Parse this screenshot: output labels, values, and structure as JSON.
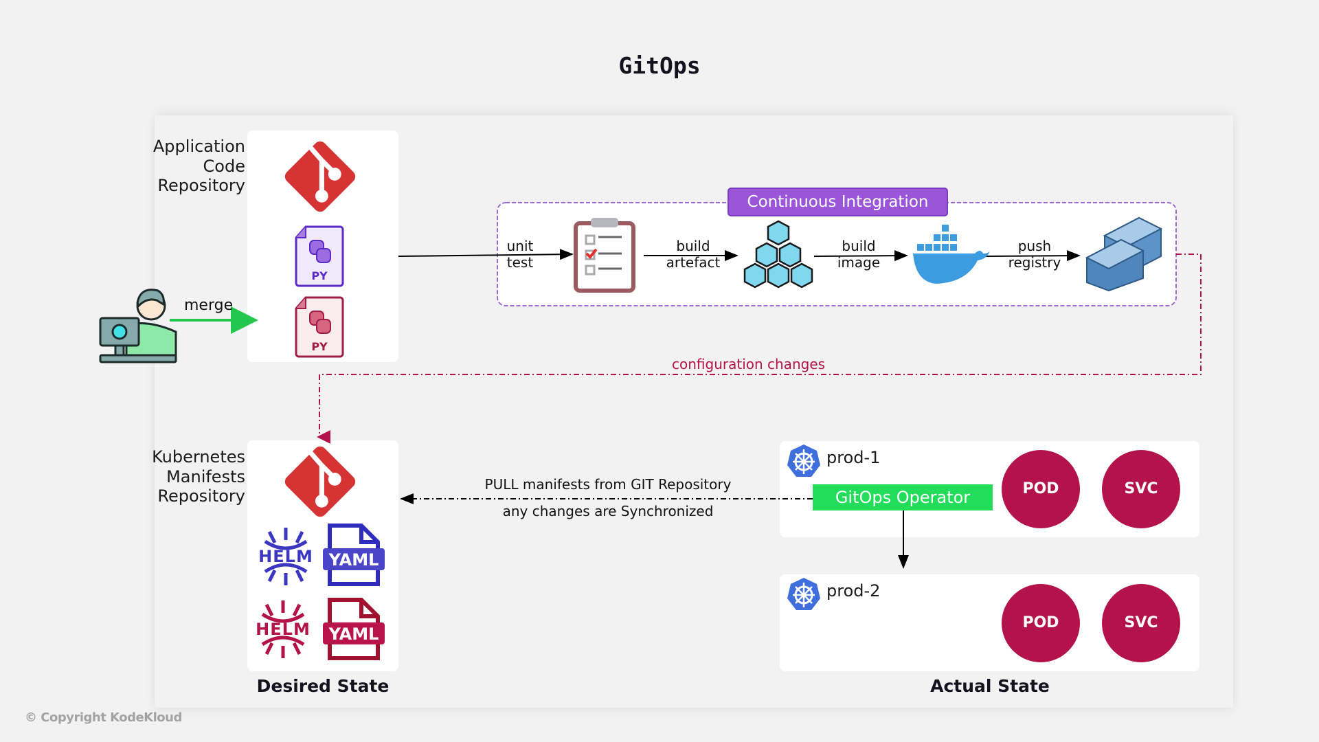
{
  "title": "GitOps",
  "app_repo": {
    "label_lines": [
      "Application",
      "Code",
      "Repository"
    ],
    "icons": [
      "git-icon",
      "python-file-icon-purple",
      "python-file-icon-red"
    ],
    "py_label": "PY"
  },
  "developer": {
    "icon": "developer-at-computer-icon",
    "action_label": "merge"
  },
  "ci": {
    "label": "Continuous Integration",
    "steps": [
      {
        "edge_label": [
          "unit",
          "test"
        ],
        "icon": "clipboard-checklist-icon"
      },
      {
        "edge_label": [
          "build",
          "artefact"
        ],
        "icon": "cubes-artefact-icon"
      },
      {
        "edge_label": [
          "build",
          "image"
        ],
        "icon": "docker-whale-icon"
      },
      {
        "edge_label": [
          "push",
          "registry"
        ],
        "icon": "container-registry-icon"
      }
    ]
  },
  "config_changes_label": "configuration changes",
  "k8s_repo": {
    "label_lines": [
      "Kubernetes",
      "Manifests",
      "Repository"
    ],
    "icons": [
      "git-icon",
      "helm-icon-blue",
      "yaml-file-icon-blue",
      "helm-icon-red",
      "yaml-file-icon-red"
    ],
    "helm_label": "HELM",
    "yaml_label": "YAML"
  },
  "desired_state_label": "Desired State",
  "pull": {
    "line1": "PULL manifests from GIT Repository",
    "line2": "any changes are Synchronized"
  },
  "clusters": [
    {
      "name": "prod-1",
      "resources": [
        "POD",
        "SVC"
      ],
      "has_operator": true
    },
    {
      "name": "prod-2",
      "resources": [
        "POD",
        "SVC"
      ],
      "has_operator": false
    }
  ],
  "operator_label": "GitOps Operator",
  "actual_state_label": "Actual State",
  "copyright": "© Copyright KodeKloud",
  "colors": {
    "git_red": "#d63434",
    "ci_purple": "#9a55d9",
    "config_red": "#b3134a",
    "operator_green": "#22dd5a",
    "resource_crimson": "#b3134a",
    "k8s_blue": "#3f6fdc",
    "docker_blue": "#3d9be0"
  }
}
